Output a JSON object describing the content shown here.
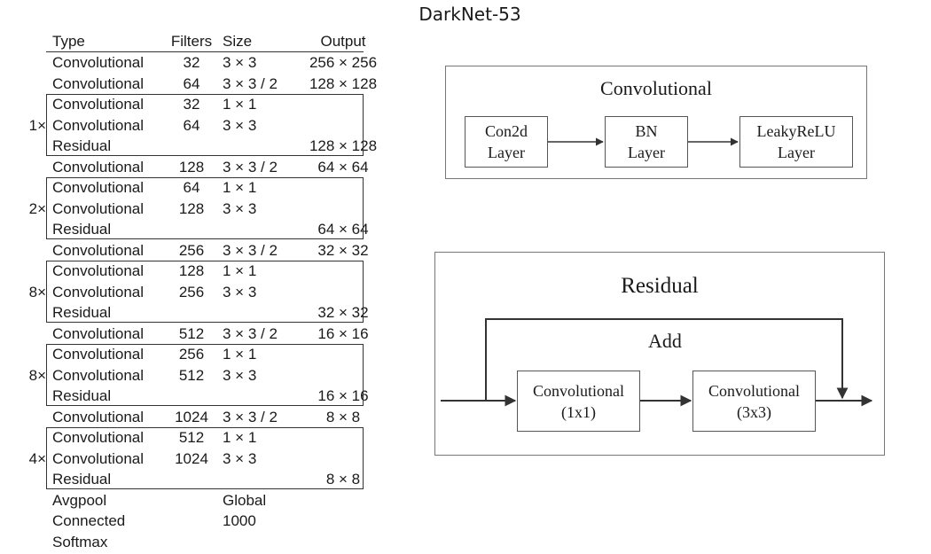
{
  "title": "DarkNet-53",
  "table": {
    "headers": {
      "type": "Type",
      "filters": "Filters",
      "size": "Size",
      "output": "Output"
    },
    "multipliers": [
      "1×",
      "2×",
      "8×",
      "8×",
      "4×"
    ],
    "rows": [
      {
        "type": "Convolutional",
        "filters": "32",
        "size": "3 × 3",
        "output": "256 × 256"
      },
      {
        "type": "Convolutional",
        "filters": "64",
        "size": "3 × 3 / 2",
        "output": "128 × 128"
      },
      {
        "type": "Convolutional",
        "filters": "32",
        "size": "1 × 1",
        "output": ""
      },
      {
        "type": "Convolutional",
        "filters": "64",
        "size": "3 × 3",
        "output": ""
      },
      {
        "type": "Residual",
        "filters": "",
        "size": "",
        "output": "128 × 128"
      },
      {
        "type": "Convolutional",
        "filters": "128",
        "size": "3 × 3 / 2",
        "output": "64 × 64"
      },
      {
        "type": "Convolutional",
        "filters": "64",
        "size": "1 × 1",
        "output": ""
      },
      {
        "type": "Convolutional",
        "filters": "128",
        "size": "3 × 3",
        "output": ""
      },
      {
        "type": "Residual",
        "filters": "",
        "size": "",
        "output": "64 × 64"
      },
      {
        "type": "Convolutional",
        "filters": "256",
        "size": "3 × 3 / 2",
        "output": "32 × 32"
      },
      {
        "type": "Convolutional",
        "filters": "128",
        "size": "1 × 1",
        "output": ""
      },
      {
        "type": "Convolutional",
        "filters": "256",
        "size": "3 × 3",
        "output": ""
      },
      {
        "type": "Residual",
        "filters": "",
        "size": "",
        "output": "32 × 32"
      },
      {
        "type": "Convolutional",
        "filters": "512",
        "size": "3 × 3 / 2",
        "output": "16 × 16"
      },
      {
        "type": "Convolutional",
        "filters": "256",
        "size": "1 × 1",
        "output": ""
      },
      {
        "type": "Convolutional",
        "filters": "512",
        "size": "3 × 3",
        "output": ""
      },
      {
        "type": "Residual",
        "filters": "",
        "size": "",
        "output": "16 × 16"
      },
      {
        "type": "Convolutional",
        "filters": "1024",
        "size": "3 × 3 / 2",
        "output": "8 × 8"
      },
      {
        "type": "Convolutional",
        "filters": "512",
        "size": "1 × 1",
        "output": ""
      },
      {
        "type": "Convolutional",
        "filters": "1024",
        "size": "3 × 3",
        "output": ""
      },
      {
        "type": "Residual",
        "filters": "",
        "size": "",
        "output": "8 × 8"
      },
      {
        "type": "Avgpool",
        "filters": "",
        "size": "Global",
        "output": ""
      },
      {
        "type": "Connected",
        "filters": "",
        "size": "1000",
        "output": ""
      },
      {
        "type": "Softmax",
        "filters": "",
        "size": "",
        "output": ""
      }
    ]
  },
  "conv_diagram": {
    "title": "Convolutional",
    "boxes": [
      {
        "line1": "Con2d",
        "line2": "Layer"
      },
      {
        "line1": "BN",
        "line2": "Layer"
      },
      {
        "line1": "LeakyReLU",
        "line2": "Layer"
      }
    ]
  },
  "residual_diagram": {
    "title": "Residual",
    "add_label": "Add",
    "boxes": [
      {
        "line1": "Convolutional",
        "line2": "(1x1)"
      },
      {
        "line1": "Convolutional",
        "line2": "(3x3)"
      }
    ]
  }
}
